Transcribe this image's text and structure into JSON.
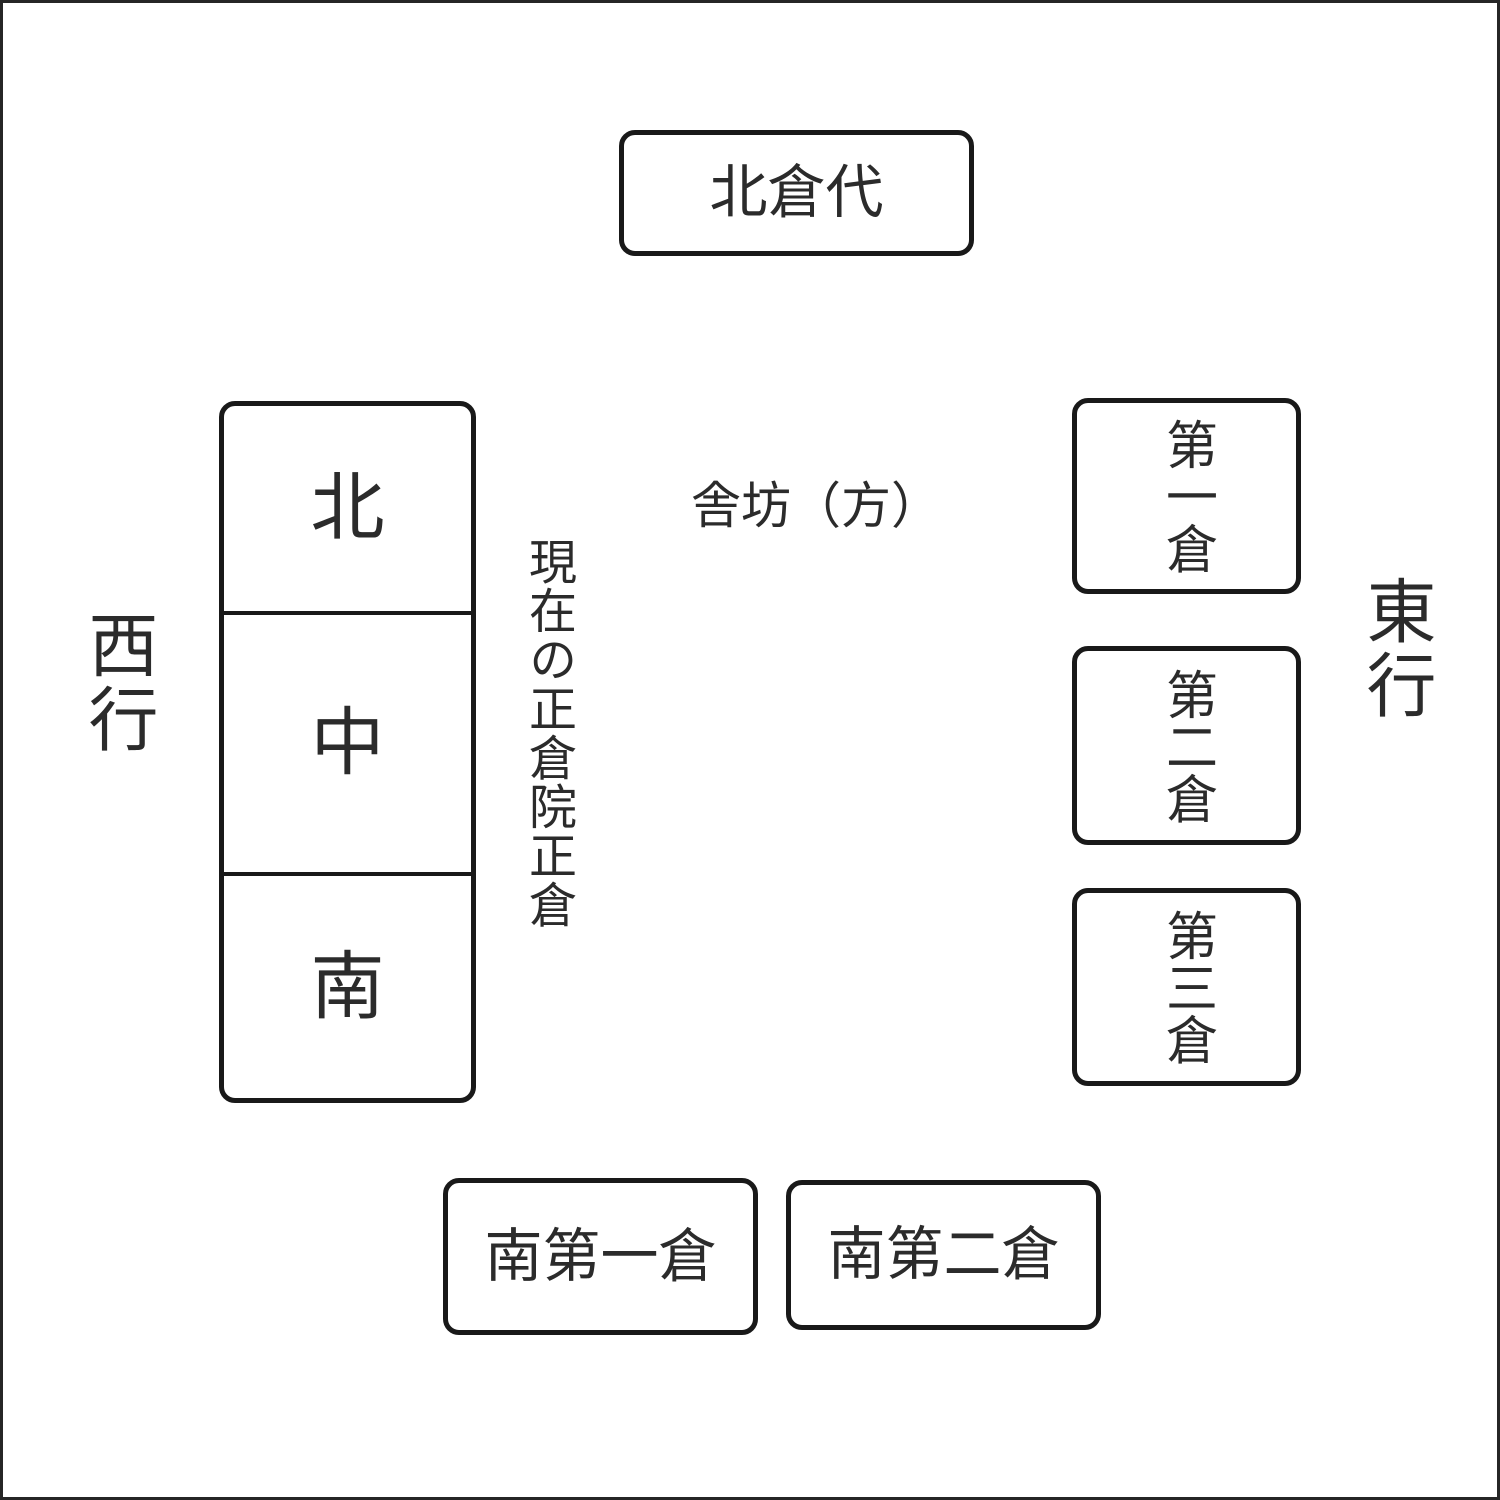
{
  "colors": {
    "background": "#ffffff",
    "frame_border": "#262626",
    "box_border": "#191919",
    "text": "#2b2b2b"
  },
  "labels": {
    "north_annex": "北倉代",
    "west_row": "西行",
    "east_row": "東行",
    "center": "舎坊（方）",
    "main_caption": "現在の正倉院正倉",
    "main_sections": [
      "北",
      "中",
      "南"
    ],
    "east_stores": [
      "第一倉",
      "第二倉",
      "第三倉"
    ],
    "south_stores": [
      "南第一倉",
      "南第二倉"
    ]
  }
}
